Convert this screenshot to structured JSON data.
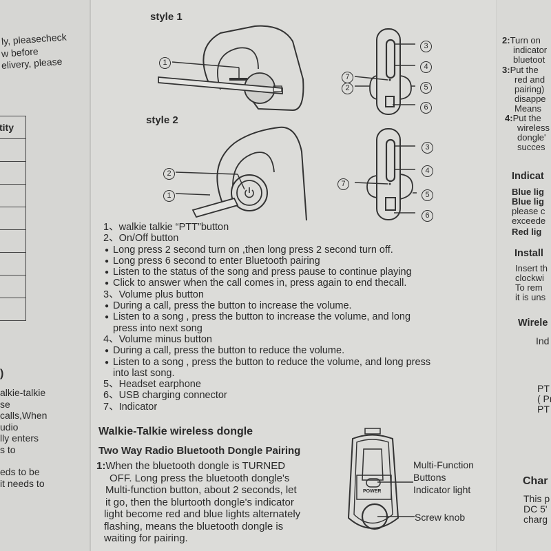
{
  "left_panel": {
    "top_text_lines": [
      "ly, pleasecheck",
      "w before",
      "elivery, please"
    ],
    "table_header": "tity",
    "table_rows": 8,
    "bottom_paren": ")",
    "bottom_text_lines": [
      "alkie-talkie",
      "se",
      "calls,When",
      "udio",
      "lly enters",
      "s to",
      "",
      "eds to be",
      "it needs to"
    ]
  },
  "figures": {
    "style1": {
      "label": "style 1",
      "side_callouts": [
        "1"
      ],
      "front_callouts": [
        "7",
        "2",
        "3",
        "4",
        "5",
        "6"
      ]
    },
    "style2": {
      "label": "style 2",
      "side_callouts": [
        "2",
        "1"
      ],
      "front_callouts": [
        "7",
        "3",
        "4",
        "5",
        "6"
      ]
    }
  },
  "parts_list": [
    {
      "num": "1、",
      "label": "walkie talkie “PTT”button",
      "bullets": []
    },
    {
      "num": "2、",
      "label": "On/Off button",
      "bullets": [
        "Long press 2 second turn on ,then long press 2 second turn off.",
        "Long press 6 second to enter Bluetooth pairing",
        "Listen to the status of the song and press pause to continue playing",
        "Click to answer when the call comes in, press again to end thecall."
      ]
    },
    {
      "num": "3、",
      "label": "Volume plus button",
      "bullets": [
        "During a call, press the button to increase the volume.",
        "Listen to a song , press the button to increase the volume, and long|press into next song"
      ]
    },
    {
      "num": "4、",
      "label": "Volume minus button",
      "bullets": [
        "During a call, press the button to reduce the volume.",
        "Listen to a song , press the button to reduce the volume, and long press|into last song."
      ]
    },
    {
      "num": "5、",
      "label": "Headset earphone",
      "bullets": []
    },
    {
      "num": "6、",
      "label": "USB charging connector",
      "bullets": []
    },
    {
      "num": "7、",
      "label": "Indicator",
      "bullets": []
    }
  ],
  "dongle_section": {
    "title": "Walkie-Talkie wireless dongle",
    "subtitle": "Two Way Radio Bluetooth Dongle Pairing",
    "step1_num": "1:",
    "step1_lines": [
      "When the bluetooth dongle is TURNED",
      "OFF. Long press the bluetooth dongle's",
      "Multi-function button, about 2 seconds, let",
      "it go, then the blurtooth dongle's indicator",
      "light become red and blue lights alternately",
      "flashing, means the bluetooth dongle is",
      "waiting for pairing."
    ],
    "figure": {
      "power_label": "POWER",
      "callout_multifunction": [
        "Multi-Function",
        "Buttons"
      ],
      "callout_indicator": "Indicator light",
      "callout_screw": "Screw knob"
    }
  },
  "right_panel": {
    "steps": [
      {
        "num": "2:",
        "lines": [
          "Turn on",
          "indicator",
          "bluetoot"
        ]
      },
      {
        "num": "3:",
        "lines": [
          "Put the",
          "red and",
          "pairing)",
          "disappe",
          "Means"
        ]
      },
      {
        "num": "4:",
        "lines": [
          "Put the",
          "wireless",
          "dongle'",
          "succes"
        ]
      }
    ],
    "indicator_heading": "Indicat",
    "indicator_lines": [
      {
        "text": "Blue lig",
        "bold": true
      },
      {
        "text": "Blue lig",
        "bold": true
      },
      {
        "text": "please c",
        "bold": false
      },
      {
        "text": "exceede",
        "bold": false
      },
      {
        "text": "Red lig",
        "bold": true
      }
    ],
    "install_heading": "Install",
    "install_lines": [
      "Insert th",
      "clockwi",
      "To rem",
      "it is uns"
    ],
    "wireless_heading": "Wirele",
    "wireless_sub": "Ind",
    "ptt_lines": [
      "PT",
      "( Pr",
      "PT"
    ],
    "charge_heading": "Char",
    "charge_lines": [
      "This p",
      "DC 5'",
      "charg"
    ]
  }
}
